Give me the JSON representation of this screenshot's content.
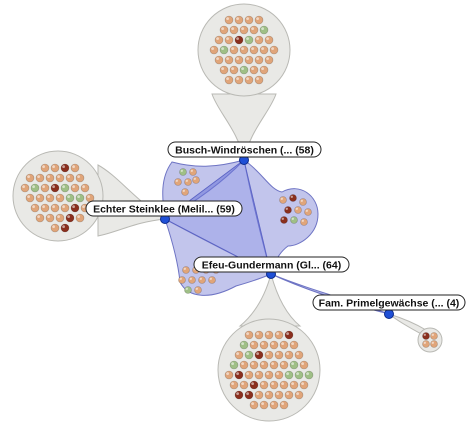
{
  "diagram": {
    "colors": {
      "cluster_fill": "#e9e9e6",
      "cluster_stroke": "#b9b9b4",
      "link_fill": "#8f95dc",
      "link_stroke": "#6e74c4",
      "hub_dot": "#1f4fd6",
      "item_orange": "#e0a57a",
      "item_green": "#9fbf86",
      "item_darkred": "#8a2f1e"
    },
    "nodes": [
      {
        "id": "busch",
        "label": "Busch-Windröschen (... (58)"
      },
      {
        "id": "steinklee",
        "label": "Echter Steinklee (Melil... (59)"
      },
      {
        "id": "gundermann",
        "label": "Efeu-Gundermann (Gl... (64)"
      },
      {
        "id": "primel",
        "label": "Fam. Primelgewächse (... (4)"
      }
    ]
  }
}
